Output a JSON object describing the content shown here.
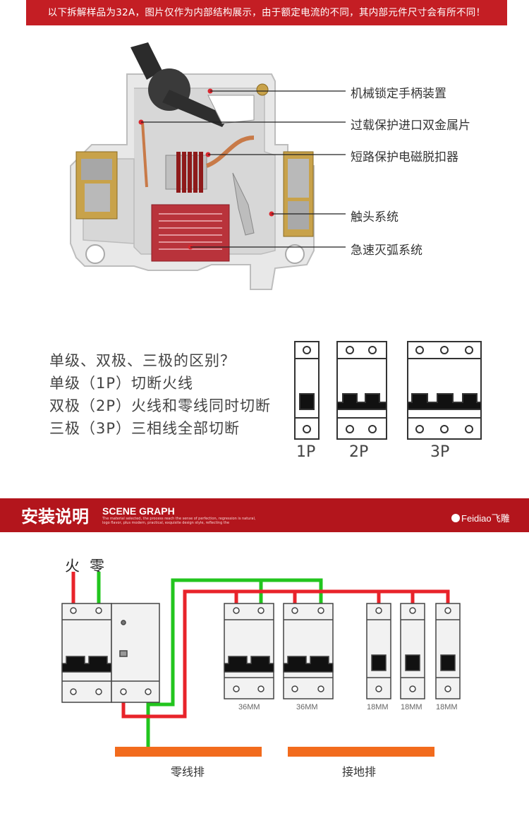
{
  "banner": {
    "text": "以下拆解样品为32A，图片仅作为内部结构展示，由于额定电流的不同，其内部元件尺寸会有所不同！"
  },
  "callouts": [
    "机械锁定手柄装置",
    "过载保护进口双金属片",
    "短路保护电磁脱扣器",
    "触头系统",
    "急速灭弧系统"
  ],
  "poles": {
    "lines": [
      "单级、双极、三极的区别？",
      "单级（1P）切断火线",
      "双极（2P）火线和零线同时切断",
      "三极（3P）三相线全部切断"
    ],
    "labels": [
      "1P",
      "2P",
      "3P"
    ]
  },
  "install": {
    "title": "安装说明",
    "scene": "SCENE GRAPH",
    "desc": "The material selected, the process reach the sense of perfection, regression is natural, logo flavor, plus modern, practical, exquisite design style, reflecting the",
    "brand": "Feidiao飞雕"
  },
  "wiring": {
    "live": "火",
    "neutral": "零",
    "sizes": [
      "36MM",
      "36MM",
      "18MM",
      "18MM",
      "18MM"
    ],
    "neutral_bar": "零线排",
    "ground_bar": "接地排"
  },
  "colors": {
    "banner": "#c41e24",
    "live_wire": "#e8232a",
    "neutral_wire": "#22c51e",
    "busbar": "#f26b1d"
  }
}
